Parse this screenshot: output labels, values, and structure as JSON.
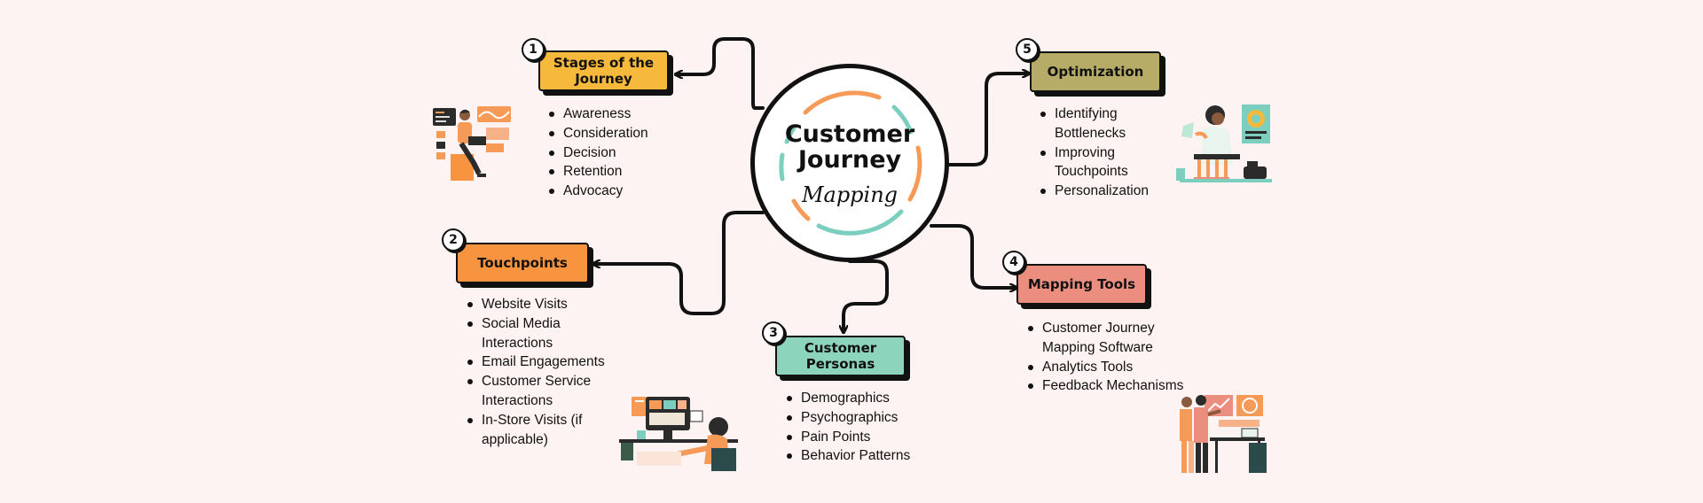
{
  "center": {
    "title_line1": "Customer",
    "title_line2": "Journey",
    "subtitle": "Mapping"
  },
  "colors": {
    "background": "#fdf3f2",
    "stage1": "#f6b93b",
    "stage2": "#f8943f",
    "stage3": "#8dd4bd",
    "stage4": "#ec8e7f",
    "stage5": "#b7ac67",
    "ring_orange": "#f59a57",
    "ring_teal": "#7ccfbe"
  },
  "nodes": [
    {
      "number": "1",
      "title": "Stages of the Journey",
      "color": "#f6b93b",
      "items": [
        "Awareness",
        "Consideration",
        "Decision",
        "Retention",
        "Advocacy"
      ]
    },
    {
      "number": "2",
      "title": "Touchpoints",
      "color": "#f8943f",
      "items": [
        "Website Visits",
        "Social Media Interactions",
        "Email Engagements",
        "Customer Service Interactions",
        "In-Store Visits (if applicable)"
      ]
    },
    {
      "number": "3",
      "title": "Customer Personas",
      "color": "#8dd4bd",
      "items": [
        "Demographics",
        "Psychographics",
        "Pain Points",
        "Behavior Patterns"
      ]
    },
    {
      "number": "4",
      "title": "Mapping Tools",
      "color": "#ec8e7f",
      "items": [
        "Customer Journey Mapping Software",
        "Analytics Tools",
        "Feedback Mechanisms"
      ]
    },
    {
      "number": "5",
      "title": "Optimization",
      "color": "#b7ac67",
      "items": [
        "Identifying Bottlenecks",
        "Improving Touchpoints",
        "Personalization"
      ]
    }
  ],
  "illustrations": [
    "person-at-laptop-illustration",
    "person-at-computer-illustration",
    "scientist-lab-illustration",
    "team-presentation-illustration"
  ]
}
